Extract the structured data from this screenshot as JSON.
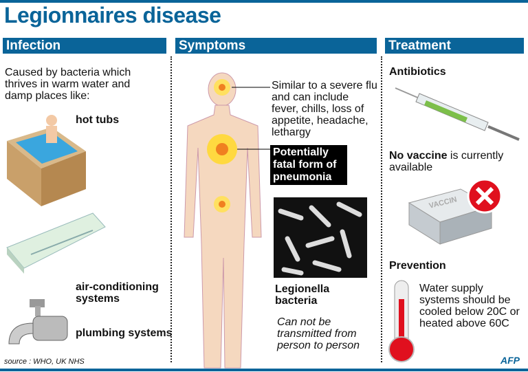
{
  "title": "Legionnaires disease",
  "infection": {
    "header": "Infection",
    "intro": "Caused by bacteria which thrives in warm water and damp places like:",
    "items": [
      "hot tubs",
      "air-conditioning systems",
      "plumbing systems"
    ]
  },
  "symptoms": {
    "header": "Symptoms",
    "flu": "Similar to a severe flu and can include fever, chills, loss of appetite, headache, lethargy",
    "pneumonia": "Potentially fatal form of pneumonia",
    "bacteria_label": "Legionella bacteria",
    "transmission": "Can not be transmitted from person to person"
  },
  "treatment": {
    "header": "Treatment",
    "antibiotics": "Antibiotics",
    "vaccine_bold": "No vaccine",
    "vaccine_rest": " is currently available",
    "vaccine_box": "VACCIN",
    "prevention": "Prevention",
    "prevention_text": "Water supply systems should be cooled below 20C or heated above 60C"
  },
  "source": "source :  WHO, UK NHS",
  "credit": "AFP",
  "colors": {
    "brand": "#0a6499",
    "red": "#e0101e"
  }
}
